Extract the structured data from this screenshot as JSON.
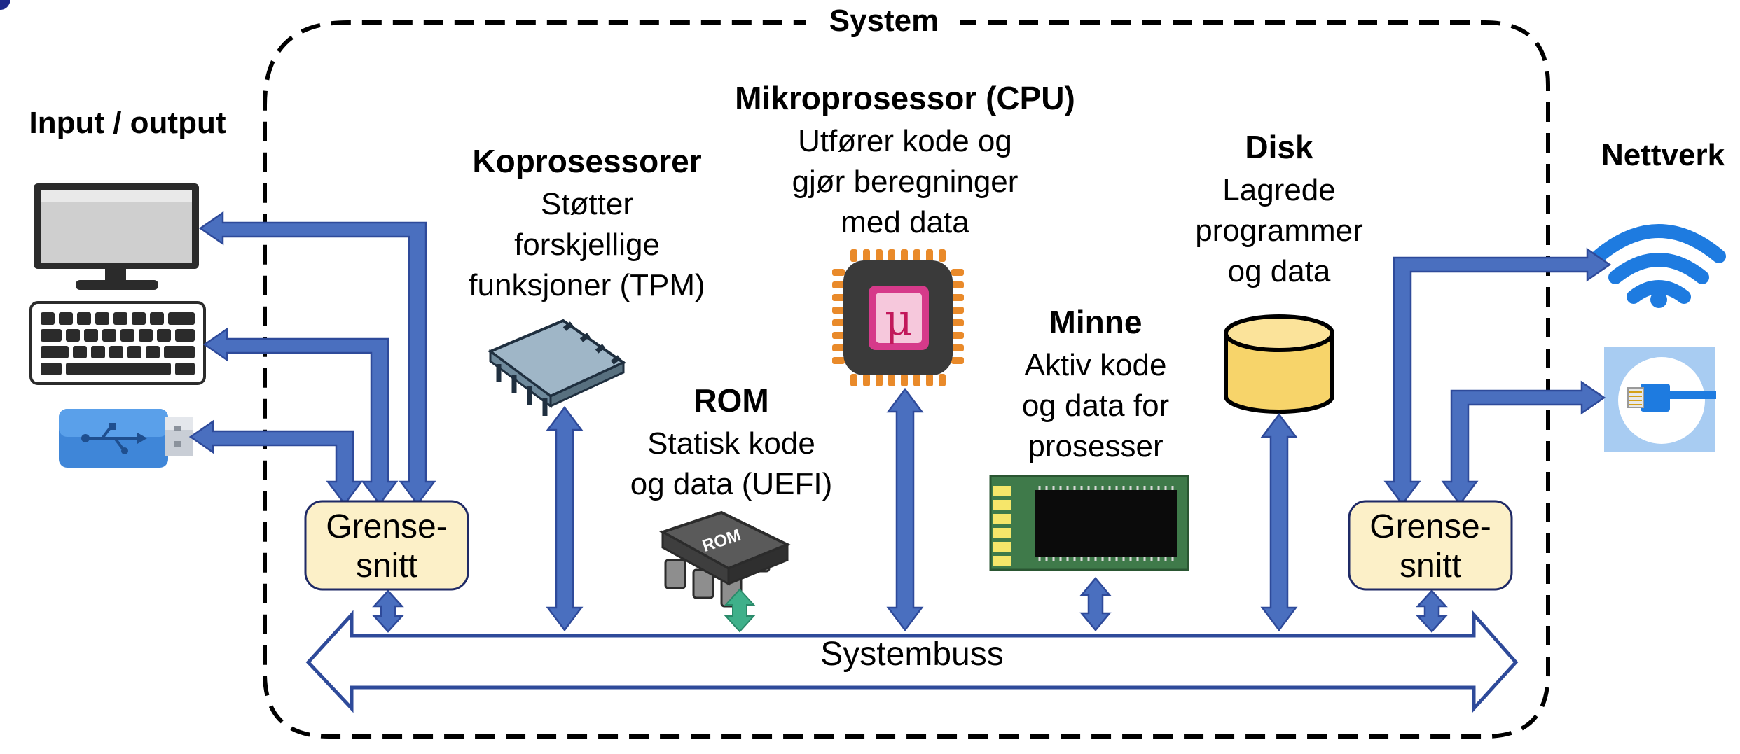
{
  "system": {
    "title": "System"
  },
  "io": {
    "heading": "Input / output"
  },
  "network": {
    "heading": "Nettverk"
  },
  "interface_left": {
    "line1": "Grense-",
    "line2": "snitt"
  },
  "interface_right": {
    "line1": "Grense-",
    "line2": "snitt"
  },
  "coprocessor": {
    "title": "Koprosessorer",
    "line1": "Støtter",
    "line2": "forskjellige",
    "line3": "funksjoner (TPM)"
  },
  "cpu": {
    "title": "Mikroprosessor (CPU)",
    "line1": "Utfører kode og",
    "line2": "gjør beregninger",
    "line3": "med data",
    "chip_symbol": "μ"
  },
  "rom": {
    "title": "ROM",
    "line1": "Statisk kode",
    "line2": "og data (UEFI)",
    "chip_label": "ROM"
  },
  "memory": {
    "title": "Minne",
    "line1": "Aktiv kode",
    "line2": "og data for",
    "line3": "prosesser"
  },
  "disk": {
    "title": "Disk",
    "line1": "Lagrede",
    "line2": "programmer",
    "line3": "og data"
  },
  "bus": {
    "label": "Systembuss"
  },
  "icons": [
    "monitor-icon",
    "keyboard-icon",
    "usb-icon",
    "chip-icon",
    "cpu-icon",
    "rom-chip-icon",
    "memory-module-icon",
    "disk-icon",
    "wifi-icon",
    "ethernet-icon"
  ],
  "colors": {
    "arrow_fill": "#4a6fbf",
    "arrow_stroke": "#2e4a9a",
    "rom_arrow": "#3fb08a",
    "interface_fill": "#fcf0c8",
    "interface_stroke": "#1f2a66",
    "disk_fill": "#f7d46a",
    "cpu_pin": "#e98a2a",
    "cpu_core": "#d63a8a"
  }
}
